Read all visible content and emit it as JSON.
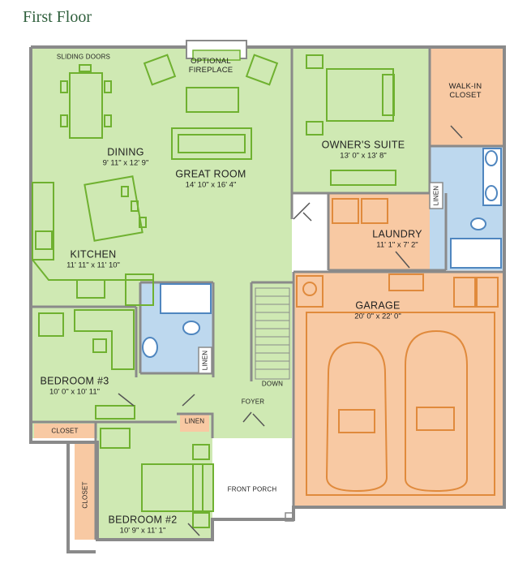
{
  "title": "First Floor",
  "colors": {
    "living": "#cfe9b3",
    "garage": "#f8c9a3",
    "bath": "#bdd8ee",
    "porch": "#ffffff",
    "wall": "#8a8a8a",
    "furniture": "#6fb130",
    "garage_furniture": "#e08a3c",
    "bath_fixture": "#4f86bf",
    "title_text": "#2f5f3c"
  },
  "rooms": {
    "dining": {
      "name": "DINING",
      "dims": "9' 11\" x 12' 9\""
    },
    "great_room": {
      "name": "GREAT ROOM",
      "dims": "14' 10\" x 16' 4\""
    },
    "owners_suite": {
      "name": "OWNER'S SUITE",
      "dims": "13' 0\" x 13' 8\""
    },
    "kitchen": {
      "name": "KITCHEN",
      "dims": "11' 11\" x 11' 10\""
    },
    "laundry": {
      "name": "LAUNDRY",
      "dims": "11' 1\" x 7' 2\""
    },
    "garage": {
      "name": "GARAGE",
      "dims": "20' 0\" x 22' 0\""
    },
    "bedroom3": {
      "name": "BEDROOM #3",
      "dims": "10' 0\" x 10' 11\""
    },
    "bedroom2": {
      "name": "BEDROOM #2",
      "dims": "10' 9\" x 11' 1\""
    }
  },
  "labels": {
    "sliding_doors": "SLIDING DOORS",
    "fireplace_line1": "OPTIONAL",
    "fireplace_line2": "FIREPLACE",
    "walkin_line1": "WALK-IN",
    "walkin_line2": "CLOSET",
    "linen_laundry": "LINEN",
    "linen_bath": "LINEN",
    "linen_foyer": "LINEN",
    "down": "DOWN",
    "foyer": "FOYER",
    "closet_bed3": "CLOSET",
    "closet_bed2": "CLOSET",
    "front_porch": "FRONT PORCH"
  }
}
